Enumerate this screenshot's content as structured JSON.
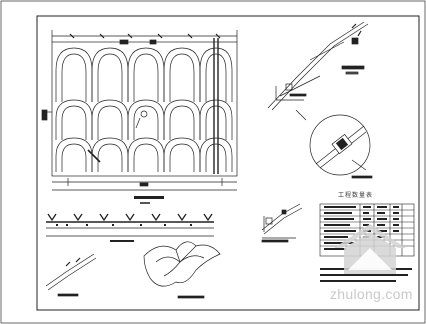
{
  "drawing": {
    "type": "CAD engineering drawing sheet",
    "colors": {
      "line": "#222222",
      "background": "#ffffff",
      "watermark": "#cfcfcf"
    }
  },
  "quantity_table": {
    "title": "工程数量表",
    "rows": 8,
    "columns": 5
  },
  "watermark": {
    "text": "zhulong.com",
    "logo": "house-logo-icon"
  }
}
